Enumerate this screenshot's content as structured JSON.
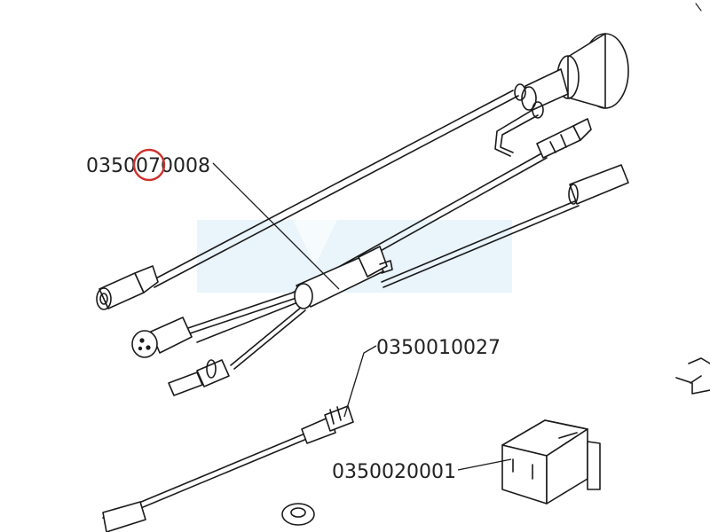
{
  "part_numbers": {
    "harness": "0350070008",
    "connector": "0350010027",
    "switch": "0350020001"
  },
  "colors": {
    "line": "#1a1a1a",
    "highlight_circle": "#d0312d",
    "watermark_band": "#e9f4fb"
  }
}
